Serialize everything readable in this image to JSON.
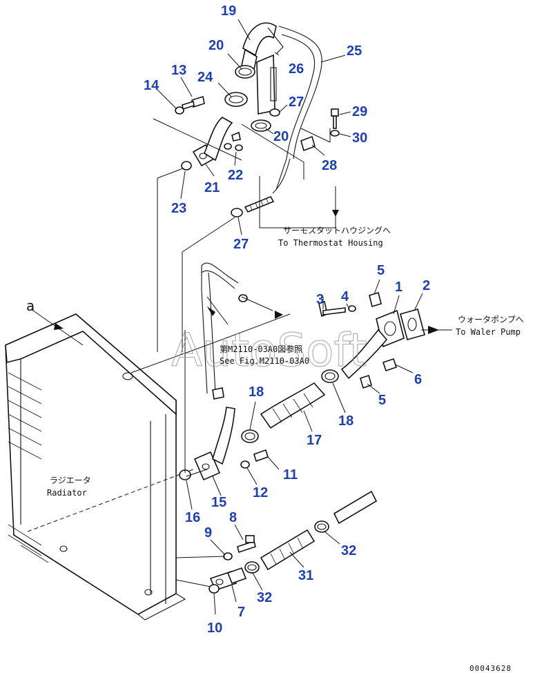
{
  "diagram": {
    "parts": [
      "1",
      "2",
      "3",
      "4",
      "5",
      "5",
      "6",
      "7",
      "8",
      "9",
      "10",
      "11",
      "12",
      "13",
      "14",
      "15",
      "16",
      "17",
      "18",
      "18",
      "19",
      "20",
      "20",
      "21",
      "22",
      "23",
      "24",
      "25",
      "26",
      "27",
      "27",
      "28",
      "29",
      "30",
      "31",
      "32",
      "32"
    ],
    "labels": {
      "thermostat_jp": "サーモスタットハウジングへ",
      "thermostat_en": "To Thermostat Housing",
      "waterpump_jp": "ウォータポンプへ",
      "waterpump_en": "To Waler Pump",
      "fig_jp": "第M2110-03A0図参照",
      "fig_en": "See Fig.M2110-03A0",
      "radiator_jp": "ラジエータ",
      "radiator_en": "Radiator",
      "ref_a": "a"
    },
    "watermark": "AutoSoft",
    "serial": "00043628"
  }
}
